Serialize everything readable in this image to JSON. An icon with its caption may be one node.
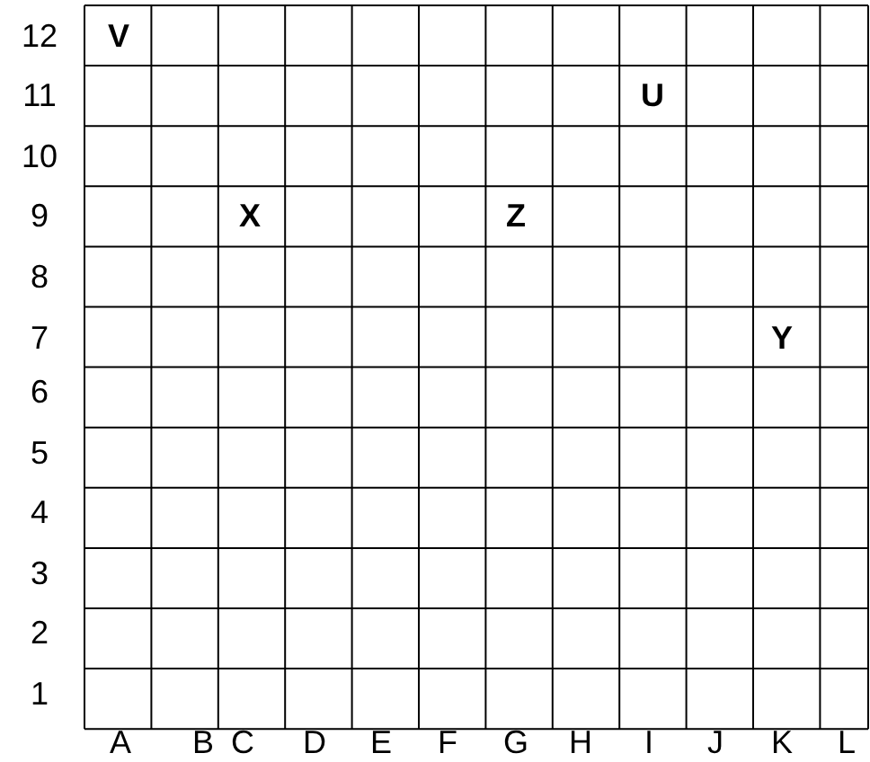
{
  "diagram": {
    "labels": [
      "12",
      "V",
      "11",
      "U",
      "10",
      "9",
      "X",
      "Z",
      "8",
      "7",
      "Y",
      "6",
      "5",
      "4",
      "3",
      "2",
      "1",
      "A",
      "B",
      "C",
      "D",
      "E",
      "F",
      "G",
      "H",
      "I",
      "J",
      "K",
      "L"
    ]
  }
}
